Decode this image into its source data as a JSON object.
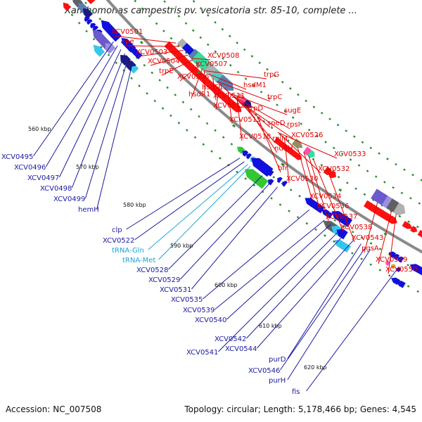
{
  "title": "Xanthomonas campestris pv. vesicatoria str. 85-10, complete ...",
  "footer": {
    "accession": "Accession: NC_007508",
    "summary": "Topology: circular; Length: 5,178,466 bp; Genes: 4,545"
  },
  "colors": {
    "backbone": "#8a8a8a",
    "minus_label": "#1a1aa0",
    "plus_label": "#e00000",
    "rna_label": "#1aa5d6"
  },
  "ticks": [
    {
      "kbp": 560,
      "label": "560 kbp"
    },
    {
      "kbp": 570,
      "label": "570 kbp"
    },
    {
      "kbp": 580,
      "label": "580 kbp"
    },
    {
      "kbp": 590,
      "label": "590 kbp"
    },
    {
      "kbp": 600,
      "label": "600 kbp"
    },
    {
      "kbp": 610,
      "label": "610 kbp"
    },
    {
      "kbp": 620,
      "label": "620 kbp"
    }
  ],
  "minus_labels": [
    {
      "name": "XCV0495",
      "kbp": 556.8,
      "color": "minus"
    },
    {
      "name": "XCV0496",
      "kbp": 557.7,
      "color": "minus"
    },
    {
      "name": "XCV0497",
      "kbp": 558.5,
      "color": "minus"
    },
    {
      "name": "XCV0498",
      "kbp": 559.4,
      "color": "minus"
    },
    {
      "name": "XCV0499",
      "kbp": 560.2,
      "color": "minus"
    },
    {
      "name": "hemH",
      "kbp": 561.2,
      "color": "minus"
    },
    {
      "name": "clp",
      "kbp": 584.0,
      "color": "minus"
    },
    {
      "name": "XCV0522",
      "kbp": 584.9,
      "color": "minus"
    },
    {
      "name": "tRNA-Gln",
      "kbp": 585.6,
      "color": "rna"
    },
    {
      "name": "tRNA-Met",
      "kbp": 586.1,
      "color": "rna"
    },
    {
      "name": "XCV0528",
      "kbp": 588.5,
      "color": "minus"
    },
    {
      "name": "XCV0529",
      "kbp": 590.2,
      "color": "minus"
    },
    {
      "name": "XCV0531",
      "kbp": 591.5,
      "color": "minus"
    },
    {
      "name": "XCV0535",
      "kbp": 597.7,
      "color": "minus"
    },
    {
      "name": "XCV0539",
      "kbp": 600.6,
      "color": "minus"
    },
    {
      "name": "XCV0540",
      "kbp": 601.8,
      "color": "minus"
    },
    {
      "name": "XCV0542",
      "kbp": 604.5,
      "color": "minus"
    },
    {
      "name": "XCV0541",
      "kbp": 603.5,
      "color": "minus"
    },
    {
      "name": "XCV0544",
      "kbp": 606.2,
      "color": "minus"
    },
    {
      "name": "purD",
      "kbp": 607.5,
      "color": "minus"
    },
    {
      "name": "XCV0546",
      "kbp": 608.4,
      "color": "minus"
    },
    {
      "name": "purH",
      "kbp": 609.2,
      "color": "minus"
    },
    {
      "name": "fis",
      "kbp": 614.5,
      "color": "minus"
    }
  ],
  "plus_labels": [
    {
      "name": "XCV0501",
      "kbp": 564.0
    },
    {
      "name": "rpe",
      "kbp": 564.8
    },
    {
      "name": "XCV0503",
      "kbp": 565.7
    },
    {
      "name": "XCV0504",
      "kbp": 566.8
    },
    {
      "name": "XCV0508",
      "kbp": 567.6
    },
    {
      "name": "trpE",
      "kbp": 567.9
    },
    {
      "name": "XCV0507",
      "kbp": 568.6
    },
    {
      "name": "XCV0506",
      "kbp": 569.3
    },
    {
      "name": "trpG",
      "kbp": 570.6
    },
    {
      "name": "hsdS1",
      "kbp": 570.4
    },
    {
      "name": "hsdM1",
      "kbp": 571.4
    },
    {
      "name": "hsdR1",
      "kbp": 570.0
    },
    {
      "name": "XCV0511",
      "kbp": 572.3
    },
    {
      "name": "trpC",
      "kbp": 573.2
    },
    {
      "name": "XCV0512",
      "kbp": 573.8
    },
    {
      "name": "trpD",
      "kbp": 574.8
    },
    {
      "name": "XCV0515",
      "kbp": 575.6
    },
    {
      "name": "sugE",
      "kbp": 576.3
    },
    {
      "name": "rpsI",
      "kbp": 577.0
    },
    {
      "name": "speD",
      "kbp": 576.8
    },
    {
      "name": "XCV0518",
      "kbp": 577.6
    },
    {
      "name": "rplM",
      "kbp": 578.4
    },
    {
      "name": "XCV0526",
      "kbp": 579.2
    },
    {
      "name": "nudH",
      "kbp": 580.0
    },
    {
      "name": "XCV0533",
      "kbp": 586.2
    },
    {
      "name": "bfr",
      "kbp": 581.9
    },
    {
      "name": "XCV0532",
      "kbp": 586.8
    },
    {
      "name": "XCV0530",
      "kbp": 587.6
    },
    {
      "name": "XCV0534",
      "kbp": 590.3
    },
    {
      "name": "XCV0536",
      "kbp": 591.6
    },
    {
      "name": "XCV0537",
      "kbp": 592.6
    },
    {
      "name": "XCV0538",
      "kbp": 593.5
    },
    {
      "name": "XCV0543",
      "kbp": 596.3
    },
    {
      "name": "pgsA",
      "kbp": 606.2
    },
    {
      "name": "XCV0549",
      "kbp": 608.9
    },
    {
      "name": "XCV0550",
      "kbp": 609.8
    }
  ]
}
